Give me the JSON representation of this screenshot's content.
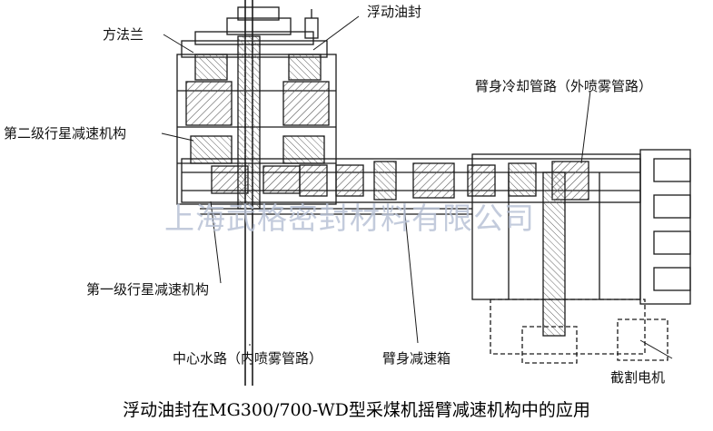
{
  "labels": {
    "square_flange": "方法兰",
    "floating_seal": "浮动油封",
    "arm_cooling_pipe": "臂身冷却管路（外喷雾管路）",
    "second_planetary": "第二级行星减速机构",
    "first_planetary": "第一级行星减速机构",
    "center_water_path": "中心水路（内喷雾管路）",
    "arm_gearbox": "臂身减速箱",
    "cutting_motor": "截割电机"
  },
  "watermark": "上海武格密封材料有限公司",
  "caption": "浮动油封在MG300/700-WD型采煤机摇臂减速机构中的应用",
  "colors": {
    "line": "#1a1a1a",
    "hatch": "#555555",
    "watermark": "#b9c3d6"
  }
}
